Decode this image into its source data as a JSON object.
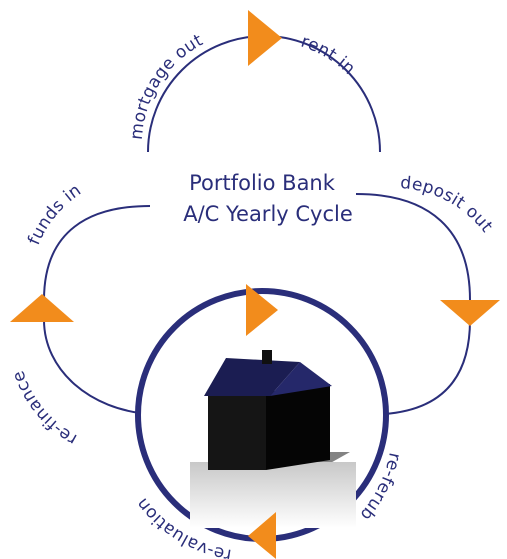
{
  "title": {
    "line1": "Portfolio Bank",
    "line2": "A/C Yearly Cycle"
  },
  "steps": {
    "mortgage_out": "mortgage out",
    "rent_in": "rent in",
    "deposit_out": "deposit out",
    "re_ferub": "re-ferub",
    "re_valuation": "re-valuation",
    "re_finance": "re-finance",
    "funds_in": "funds in"
  },
  "colors": {
    "line": "#2a2e7a",
    "arrow": "#f28c1c",
    "house_roof": "#1a1c4a",
    "house_walls": "#0a0a0a"
  },
  "icons": [
    "house-icon",
    "arrow-icon"
  ]
}
